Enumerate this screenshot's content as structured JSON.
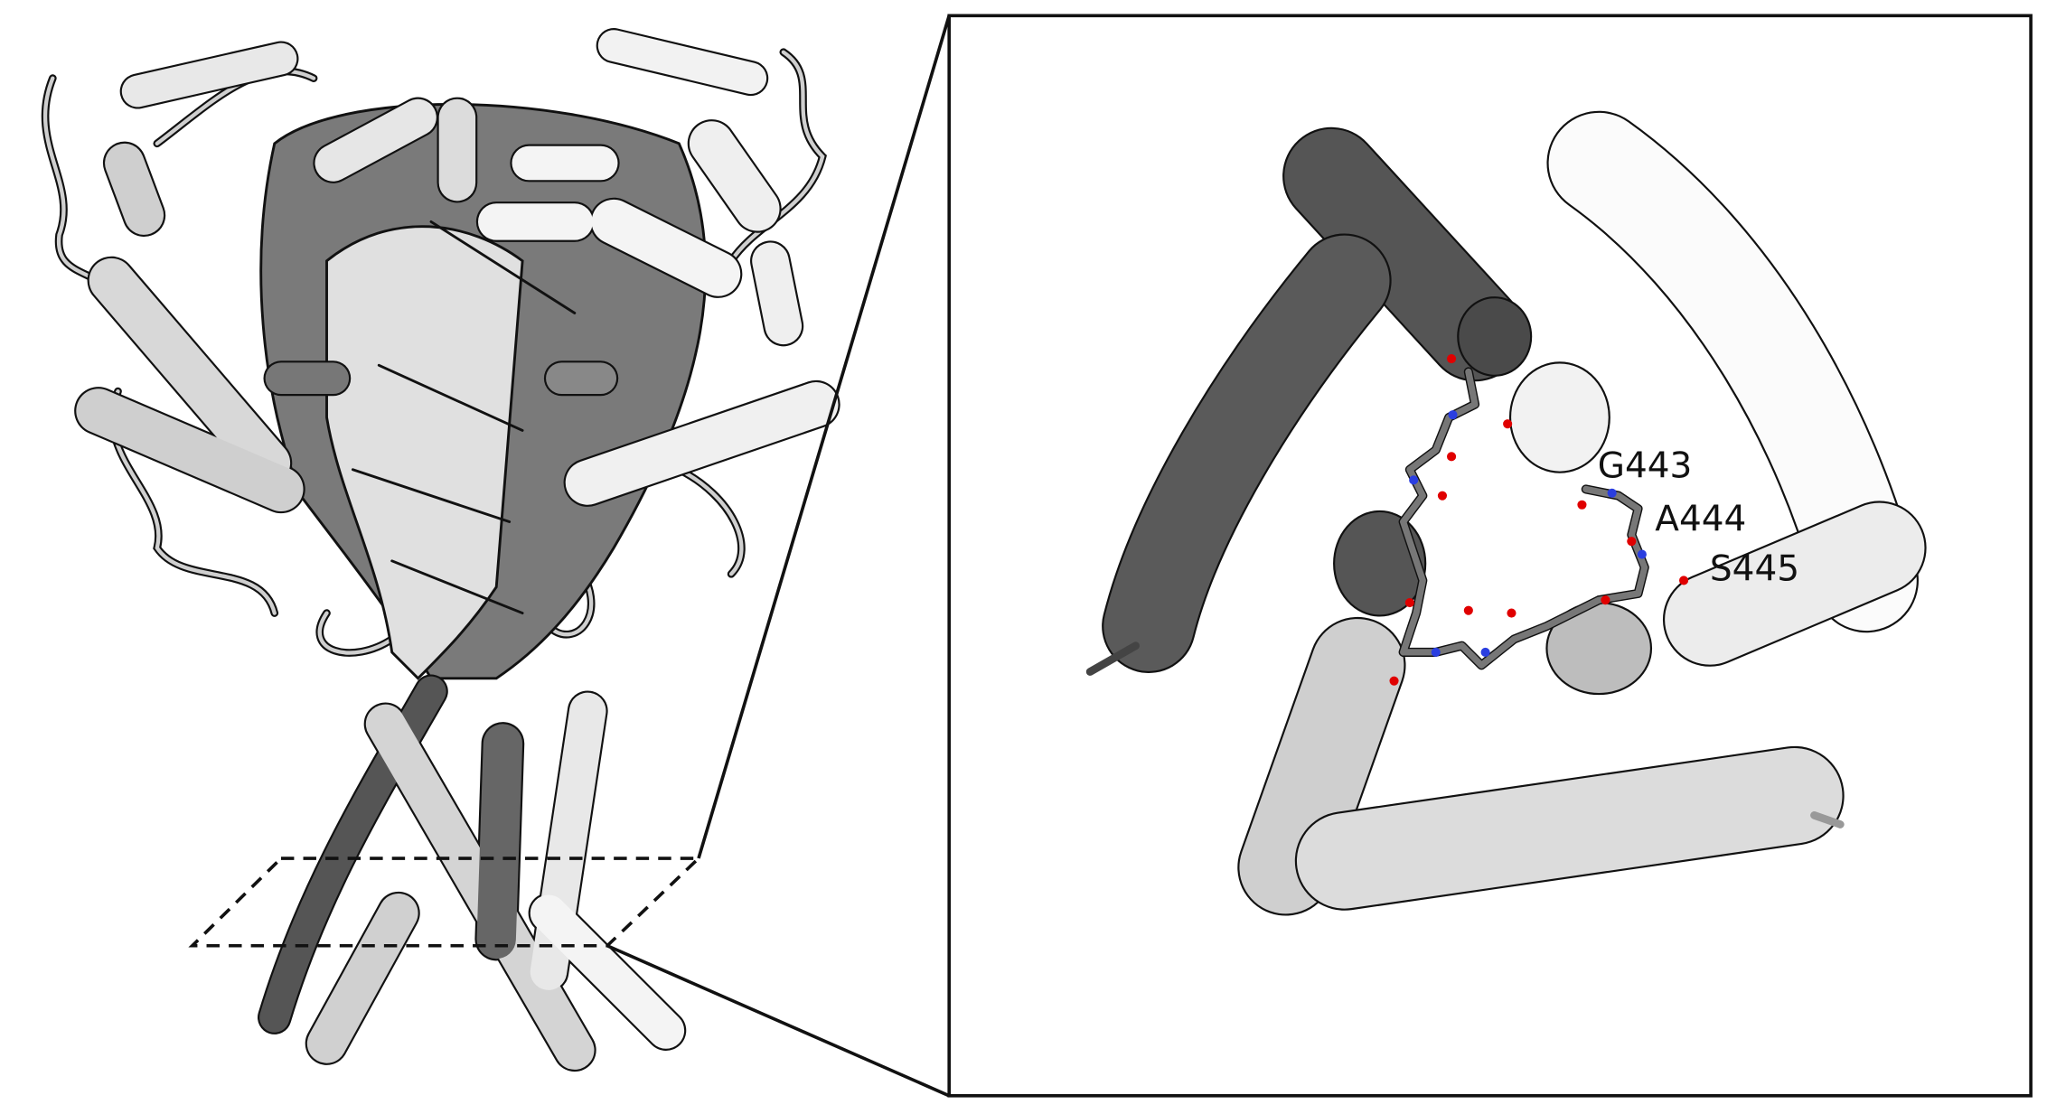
{
  "figure": {
    "residue_labels": [
      "G443",
      "A444",
      "S445"
    ],
    "colors": {
      "chain_dark": "#555555",
      "chain_mid": "#9a9a9a",
      "chain_light": "#e6e6e6",
      "oxygen": "#e00000",
      "nitrogen": "#2a3ee0",
      "outline": "#111111"
    }
  }
}
